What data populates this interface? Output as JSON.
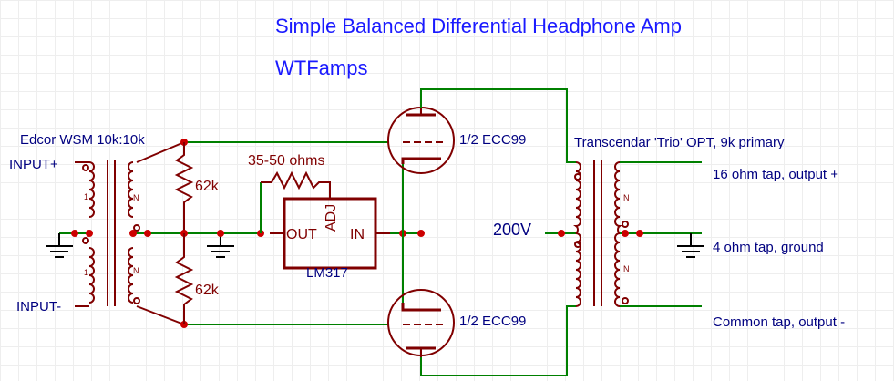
{
  "title": "Simple Balanced Differential Headphone Amp",
  "subtitle": "WTFamps",
  "input_transformer": {
    "label": "Edcor WSM 10k:10k",
    "winding_mark": "1",
    "n_mark": "N"
  },
  "inputs": {
    "plus": "INPUT+",
    "minus": "INPUT-"
  },
  "resistors": {
    "top": "62k",
    "bottom": "62k",
    "adj": "35-50 ohms"
  },
  "regulator": {
    "name": "LM317",
    "out": "OUT",
    "in": "IN",
    "adj": "ADJ"
  },
  "tubes": {
    "top": "1/2 ECC99",
    "bottom": "1/2 ECC99"
  },
  "supply": "200V",
  "output_transformer": {
    "label": "Transcendar 'Trio' OPT, 9k primary",
    "n_mark": "N"
  },
  "outputs": {
    "tap16": "16 ohm tap, output +",
    "tap4": "4 ohm tap, ground",
    "common": "Common tap, output -"
  },
  "colors": {
    "wire": "#008000",
    "component": "#800000",
    "label": "#000080",
    "title": "#1a1aff",
    "junction": "#cc0000"
  }
}
